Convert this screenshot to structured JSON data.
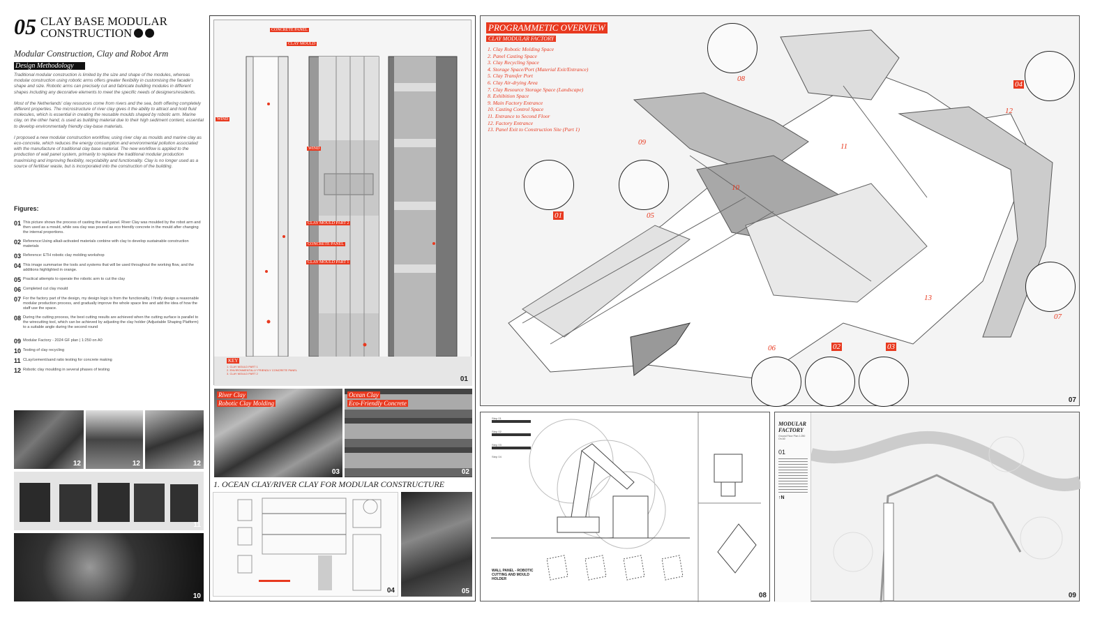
{
  "header": {
    "number": "05",
    "title_line1": "CLAY BASE MODULAR",
    "title_line2": "CONSTRUCTION"
  },
  "subtitle": "Modular Construction, Clay and Robot Arm",
  "section_label": "Design Methodology",
  "paragraphs": [
    "Traditional modular construction is limited by the size and shape of the modules, whereas modular construction using robotic arms offers greater flexibility in customising the facade's shape and size. Robotic arms can precisely cut and fabricate building modules in different shapes including any decorative elements to meet the specific needs of designers/residents.",
    "Most of the Netherlands' clay resources come from rivers and the sea, both offering completely different properties. The microstructure of river clay gives it the ability to attract and hold fluid molecules, which is essential in creating the reusable moulds shaped by robotic arm. Marine clay, on the other hand, is used as building material due to their high sediment content, essential to develop environmentally friendly clay-base materials.",
    "I proposed a new modular construction workflow, using river clay as moulds and marine clay as eco-concrete, which reduces the energy consumption and environmental pollution associated with the manufacture of traditional clay base material. The new workflow is applied to the production of wall panel system, primarily to replace the traditional modular production maximising and improving flexibility, recyclability and functionality.  Clay is no longer used as a source of fertiliser waste, but is incorporated into the construction of the building."
  ],
  "figures_heading": "Figures:",
  "figures": [
    {
      "n": "01",
      "text": "This picture shows the process of casting the wall panel. River Clay was moulded by the robot arm and then used as a mould, while sea clay was poured as eco friendly concrete in the mould after changing the internal proportions."
    },
    {
      "n": "02",
      "text": "Reference:Using alkali-activated materials conbine with clay to develop sustainable construction materials"
    },
    {
      "n": "03",
      "text": "Reference: ETH robotic clay molding workshop"
    },
    {
      "n": "04",
      "text": "This image summarise the tools and systems that will be used throughout the working flow, and the additions highlighted in orange."
    },
    {
      "n": "05",
      "text": "Practical attempts to operate the robotic arm to cut the clay"
    },
    {
      "n": "06",
      "text": "Completed cut clay mould"
    },
    {
      "n": "07",
      "text": "For the factory part of the design, my design logic is from the functionality, I firstly design a reasonable modular production process, and gradually improve the whole space line and add the idea of how the staff use the space."
    },
    {
      "n": "08",
      "text": "During the cutting process, the best cutting results are achieved when the cutting surface is parallel to the wirecutting tool, which can be achieved by adjusting the clay holder (Adjustable Shaping Platform) to a suitable angle during the second round"
    },
    {
      "n": "09",
      "text": "Modular Factory - 2024 GF plan | 1:250 on A0"
    },
    {
      "n": "10",
      "text": "Testing of clay recycling"
    },
    {
      "n": "11",
      "text": "CLay/cement/sand ratio testing for concrete making"
    },
    {
      "n": "12",
      "text": "Robotic clay moulding in several phases of testing"
    }
  ],
  "photo_numbers": {
    "p12a": "12",
    "p12b": "12",
    "p12c": "12",
    "p11": "11",
    "p10": "10",
    "p01": "01",
    "p03": "03",
    "p02": "02",
    "p04": "04",
    "p05": "05",
    "p07": "07",
    "p08": "08",
    "p09": "09"
  },
  "panel01": {
    "concrete_panel": "CONCRETE PANEL",
    "clay_mould": "CLAY MOULD",
    "wind1": "WIND",
    "wind2": "WIND",
    "part2": "CLAY MOULD PART 2",
    "concrete_panel2": "CONCRETE PANEL",
    "part1": "CLAY MOULD PART 1",
    "key": "KEY",
    "key_items": [
      "1. CLAY MOULD PART 1",
      "2. ENVIRONMENTALLY FRIENDLY CONCRETE PANEL",
      "3. CLAY MOULD PART 2"
    ]
  },
  "photo_labels": {
    "river1": "River Clay",
    "river2": "Robotic Clay Molding",
    "ocean1": "Ocean Clay",
    "ocean2": "Eco-Friendly Concrete"
  },
  "caption": "1. OCEAN CLAY/RIVER CLAY FOR MODULAR CONSTRUCTURE",
  "overview": {
    "title": "PROGRAMMETIC OVERVIEW",
    "subtitle": "CLAY MODULAR FACTORY",
    "items": [
      "1. Clay Robotic Molding Space",
      "2. Panel Casting Space",
      "3. Clay Recycling Space",
      "4. Storage Space/Port (Material Exit/Entrance)",
      "5. Clay Transfer Port",
      "6. Clay Air-drying Area",
      "7. Clay Resource Storage Space (Landscape)",
      "8. Exhibition Space",
      "9. Main Factory Entrance",
      "10. Casting Control Space",
      "11. Entrance to Second Floor",
      "12. Factory Entrance",
      "13. Panel Exit to Construction Site (Part 1)"
    ],
    "markers": {
      "m08": "08",
      "m04": "04",
      "m12": "12",
      "m09": "09",
      "m11": "11",
      "m10": "10",
      "m01": "01",
      "m05": "05",
      "m13": "13",
      "m07": "07",
      "m06": "06",
      "m02": "02",
      "m03": "03"
    }
  },
  "panel08": {
    "title": "WALL PANEL - ROBOTIC CUTTING AND MOULD HOLDER",
    "steps": [
      "Step 01",
      "Step 02",
      "Step 03",
      "Step 04"
    ]
  },
  "panel09": {
    "title_line1": "MODULAR",
    "title_line2": "FACTORY",
    "sub": "Ground Floor Plan 1:250 On A0",
    "index": "01",
    "north": "N"
  },
  "colors": {
    "accent": "#e8391f"
  }
}
